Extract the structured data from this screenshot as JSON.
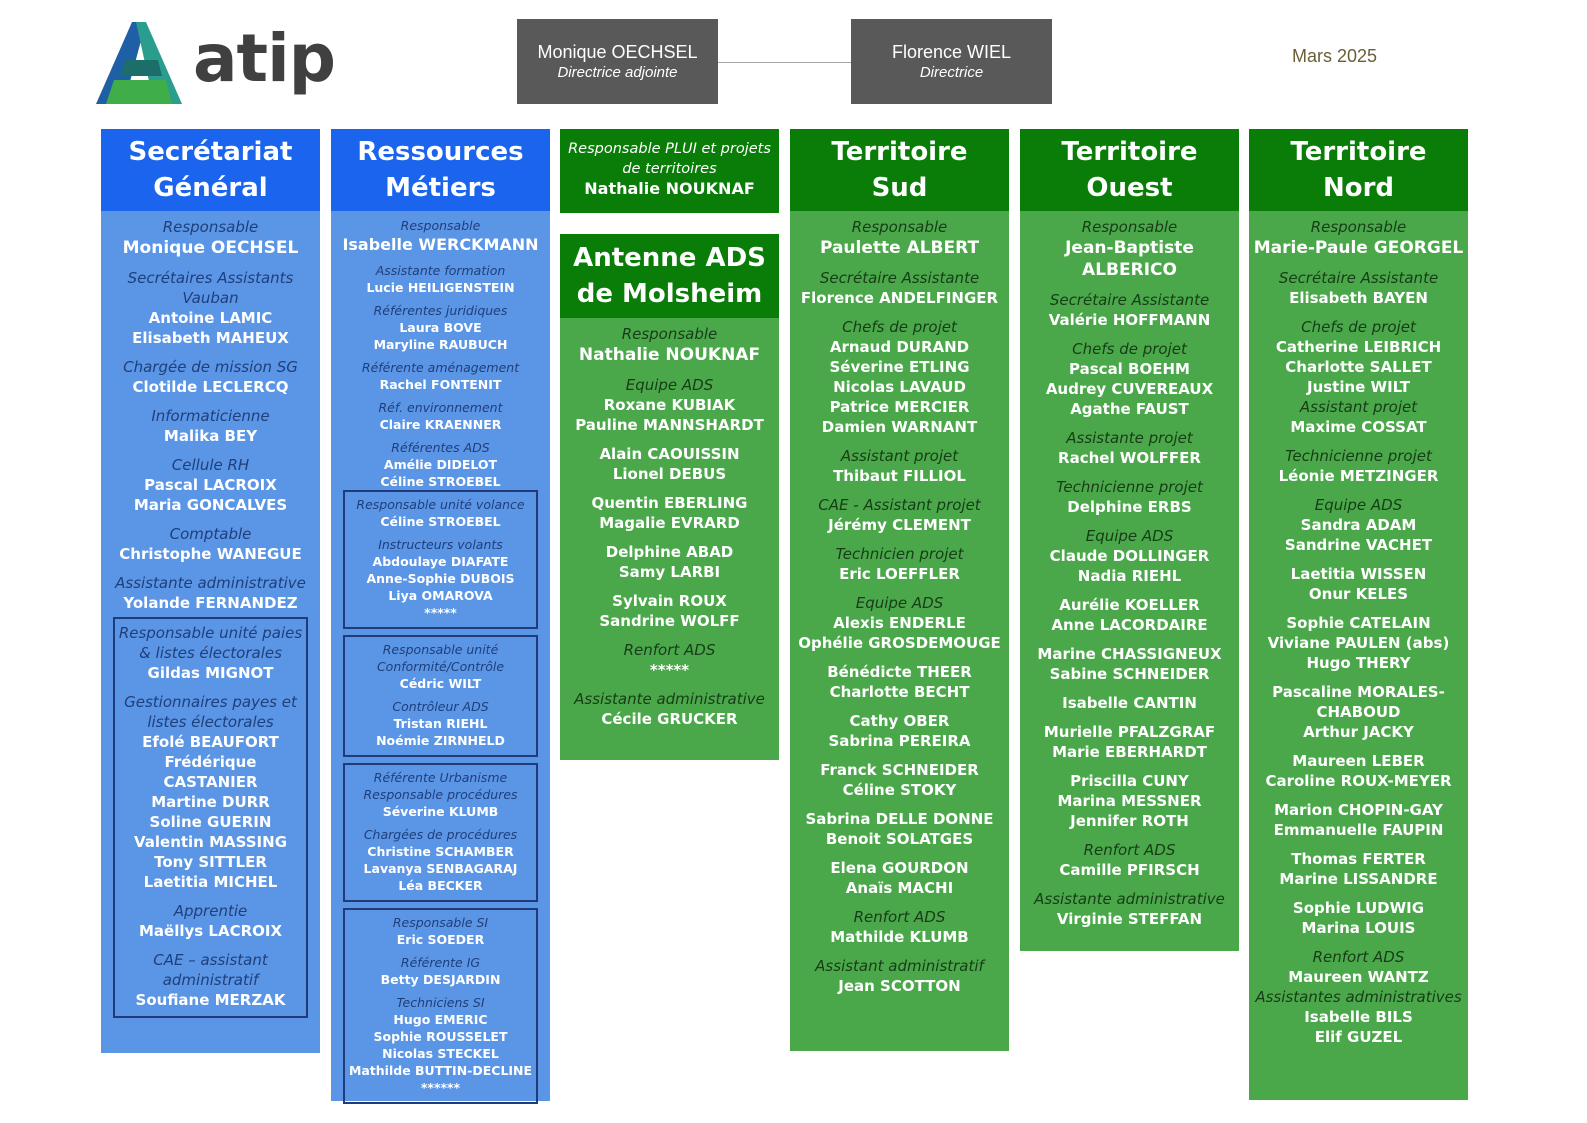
{
  "logo": {
    "text": "atip"
  },
  "date": "Mars 2025",
  "directors": [
    {
      "name": "Monique OECHSEL",
      "role": "Directrice adjointe"
    },
    {
      "name": "Florence WIEL",
      "role": "Directrice"
    }
  ],
  "columns": {
    "sg": {
      "title1": "Secrétariat",
      "title2": "Général",
      "blocks": [
        {
          "role": "Responsable",
          "names": [
            "Monique OECHSEL"
          ]
        },
        {
          "role": "Secrétaires Assistants Vauban",
          "names": [
            "Antoine LAMIC",
            "Elisabeth MAHEUX"
          ]
        },
        {
          "role": "Chargée de mission SG",
          "names": [
            "Clotilde LECLERCQ"
          ]
        },
        {
          "role": "Informaticienne",
          "names": [
            "Malika BEY"
          ]
        },
        {
          "role": "Cellule RH",
          "names": [
            "Pascal LACROIX",
            "Maria GONCALVES"
          ]
        },
        {
          "role": "Comptable",
          "names": [
            "Christophe WANEGUE"
          ]
        },
        {
          "role": "Assistante administrative",
          "names": [
            "Yolande FERNANDEZ"
          ]
        }
      ],
      "box": [
        {
          "role": "Responsable unité paies & listes électorales",
          "names": [
            "Gildas MIGNOT"
          ]
        },
        {
          "role": "Gestionnaires payes et listes électorales",
          "names": [
            "Efolé BEAUFORT",
            "Frédérique CASTANIER",
            "Martine DURR",
            "Soline GUERIN",
            "Valentin MASSING",
            "Tony SITTLER",
            "Laetitia MICHEL"
          ]
        },
        {
          "role": "Apprentie",
          "names": [
            "Maëllys LACROIX"
          ]
        },
        {
          "role": "CAE – assistant administratif",
          "names": [
            "Soufiane MERZAK"
          ]
        }
      ]
    },
    "rm": {
      "title1": "Ressources",
      "title2": "Métiers",
      "responsable_role": "Responsable",
      "responsable_name": "Isabelle WERCKMANN",
      "blocks": [
        {
          "role": "Assistante formation",
          "names": [
            "Lucie HEILIGENSTEIN"
          ]
        },
        {
          "role": "Référentes juridiques",
          "names": [
            "Laura BOVE",
            "Maryline RAUBUCH"
          ]
        },
        {
          "role": "Référente aménagement",
          "names": [
            "Rachel FONTENIT"
          ]
        },
        {
          "role": "Réf. environnement",
          "names": [
            "Claire KRAENNER"
          ]
        },
        {
          "role": "Référentes ADS",
          "names": [
            "Amélie DIDELOT",
            "Céline STROEBEL"
          ]
        }
      ],
      "box1": [
        {
          "role": "Responsable unité volance",
          "names": [
            "Céline STROEBEL"
          ]
        },
        {
          "role": "Instructeurs volants",
          "names": [
            "Abdoulaye DIAFATE",
            "Anne-Sophie DUBOIS",
            "Liya OMAROVA",
            "*****"
          ]
        }
      ],
      "box2": [
        {
          "role": "Responsable unité Conformité/Contrôle",
          "names": [
            "Cédric WILT"
          ]
        },
        {
          "role": "Contrôleur ADS",
          "names": [
            "Tristan RIEHL",
            "Noémie ZIRNHELD"
          ]
        }
      ],
      "box3": [
        {
          "role": "Référente Urbanisme Responsable procédures",
          "names": [
            "Séverine KLUMB"
          ]
        },
        {
          "role": "Chargées de procédures",
          "names": [
            "Christine SCHAMBER",
            "Lavanya SENBAGARAJ",
            "Léa BECKER"
          ]
        }
      ],
      "box4": [
        {
          "role": "Responsable SI",
          "names": [
            "Eric SOEDER"
          ]
        },
        {
          "role": "Référente IG",
          "names": [
            "Betty DESJARDIN"
          ]
        },
        {
          "role": "Techniciens SI",
          "names": [
            "Hugo EMERIC",
            "Sophie ROUSSELET",
            "Nicolas STECKEL",
            "Mathilde BUTTIN-DECLINE",
            "******"
          ]
        }
      ]
    },
    "pluI": {
      "role": "Responsable PLUI et projets de territoires",
      "name": "Nathalie NOUKNAF"
    },
    "ads": {
      "title1": "Antenne ADS",
      "title2": "de Molsheim",
      "blocks": [
        {
          "role": "Responsable",
          "names": [
            "Nathalie NOUKNAF"
          ]
        },
        {
          "role": "Equipe ADS",
          "names": [
            "Roxane KUBIAK",
            "Pauline MANNSHARDT"
          ]
        },
        {
          "role": "",
          "names": [
            "Alain CAOUISSIN",
            "Lionel DEBUS"
          ]
        },
        {
          "role": "",
          "names": [
            "Quentin EBERLING",
            "Magalie EVRARD"
          ]
        },
        {
          "role": "",
          "names": [
            "Delphine ABAD",
            "Samy LARBI"
          ]
        },
        {
          "role": "",
          "names": [
            "Sylvain ROUX",
            "Sandrine WOLFF"
          ]
        },
        {
          "role": "Renfort ADS",
          "names": [
            "*****"
          ]
        },
        {
          "role": "Assistante administrative",
          "names": [
            "Cécile GRUCKER"
          ]
        }
      ]
    },
    "sud": {
      "title1": "Territoire",
      "title2": "Sud",
      "blocks": [
        {
          "role": "Responsable",
          "names": [
            "Paulette ALBERT"
          ]
        },
        {
          "role": "Secrétaire Assistante",
          "names": [
            "Florence ANDELFINGER"
          ]
        },
        {
          "role": "Chefs de projet",
          "names": [
            "Arnaud DURAND",
            "Séverine ETLING",
            "Nicolas LAVAUD",
            "Patrice MERCIER",
            "Damien WARNANT"
          ]
        },
        {
          "role": "Assistant projet",
          "names": [
            "Thibaut FILLIOL"
          ]
        },
        {
          "role": "CAE - Assistant projet",
          "names": [
            "Jérémy CLEMENT"
          ]
        },
        {
          "role": "Technicien projet",
          "names": [
            "Eric LOEFFLER"
          ]
        },
        {
          "role": "Equipe ADS",
          "names": [
            "Alexis ENDERLE",
            "Ophélie GROSDEMOUGE"
          ]
        },
        {
          "role": "",
          "names": [
            "Bénédicte THEER",
            "Charlotte BECHT"
          ]
        },
        {
          "role": "",
          "names": [
            "Cathy OBER",
            "Sabrina PEREIRA"
          ]
        },
        {
          "role": "",
          "names": [
            "Franck SCHNEIDER",
            "Céline STOKY"
          ]
        },
        {
          "role": "",
          "names": [
            "Sabrina DELLE DONNE",
            "Benoit SOLATGES"
          ]
        },
        {
          "role": "",
          "names": [
            "Elena GOURDON",
            "Anaïs MACHI"
          ]
        },
        {
          "role": "Renfort ADS",
          "names": [
            "Mathilde KLUMB"
          ]
        },
        {
          "role": "Assistant administratif",
          "names": [
            "Jean SCOTTON"
          ]
        }
      ]
    },
    "ouest": {
      "title1": "Territoire",
      "title2": "Ouest",
      "blocks": [
        {
          "role": "Responsable",
          "names": [
            "Jean-Baptiste ALBERICO"
          ]
        },
        {
          "role": "Secrétaire Assistante",
          "names": [
            "Valérie HOFFMANN"
          ]
        },
        {
          "role": "Chefs de projet",
          "names": [
            "Pascal BOEHM",
            "Audrey CUVEREAUX",
            "Agathe FAUST"
          ]
        },
        {
          "role": "Assistante projet",
          "names": [
            "Rachel WOLFFER"
          ]
        },
        {
          "role": "Technicienne projet",
          "names": [
            "Delphine ERBS"
          ]
        },
        {
          "role": "Equipe ADS",
          "names": [
            "Claude DOLLINGER",
            "Nadia RIEHL"
          ]
        },
        {
          "role": "",
          "names": [
            "Aurélie KOELLER",
            "Anne LACORDAIRE"
          ]
        },
        {
          "role": "",
          "names": [
            "Marine CHASSIGNEUX",
            "Sabine SCHNEIDER"
          ]
        },
        {
          "role": "",
          "names": [
            "Isabelle CANTIN"
          ]
        },
        {
          "role": "",
          "names": [
            "Murielle PFALZGRAF",
            "Marie EBERHARDT"
          ]
        },
        {
          "role": "",
          "names": [
            "Priscilla CUNY",
            "Marina MESSNER",
            "Jennifer ROTH"
          ]
        },
        {
          "role": "Renfort ADS",
          "names": [
            "Camille PFIRSCH"
          ]
        },
        {
          "role": "Assistante administrative",
          "names": [
            "Virginie STEFFAN"
          ]
        }
      ]
    },
    "nord": {
      "title1": "Territoire",
      "title2": "Nord",
      "blocks": [
        {
          "role": "Responsable",
          "names": [
            "Marie-Paule GEORGEL"
          ]
        },
        {
          "role": "Secrétaire Assistante",
          "names": [
            "Elisabeth BAYEN"
          ]
        },
        {
          "role": "Chefs de projet",
          "names": [
            "Catherine LEIBRICH",
            "Charlotte SALLET",
            "Justine WILT"
          ]
        },
        {
          "role": "Assistant projet",
          "names": [
            "Maxime COSSAT"
          ],
          "tight": true
        },
        {
          "role": "Technicienne projet",
          "names": [
            "Léonie METZINGER"
          ]
        },
        {
          "role": "Equipe ADS",
          "names": [
            "Sandra ADAM",
            "Sandrine VACHET"
          ]
        },
        {
          "role": "",
          "names": [
            "Laetitia WISSEN",
            "Onur KELES"
          ]
        },
        {
          "role": "",
          "names": [
            "Sophie CATELAIN",
            "Viviane PAULEN (abs)",
            "Hugo THERY"
          ]
        },
        {
          "role": "",
          "names": [
            "Pascaline MORALES-",
            "CHABOUD",
            "Arthur JACKY"
          ]
        },
        {
          "role": "",
          "names": [
            "Maureen LEBER",
            "Caroline ROUX-MEYER"
          ]
        },
        {
          "role": "",
          "names": [
            "Marion CHOPIN-GAY",
            "Emmanuelle FAUPIN"
          ]
        },
        {
          "role": "",
          "names": [
            "Thomas FERTER",
            "Marine LISSANDRE"
          ]
        },
        {
          "role": "",
          "names": [
            "Sophie LUDWIG",
            "Marina LOUIS"
          ]
        },
        {
          "role": "Renfort ADS",
          "names": [
            "Maureen WANTZ"
          ]
        },
        {
          "role": "Assistantes administratives",
          "names": [
            "Isabelle BILS",
            "Elif GUZEL"
          ],
          "tight": true
        }
      ]
    }
  }
}
